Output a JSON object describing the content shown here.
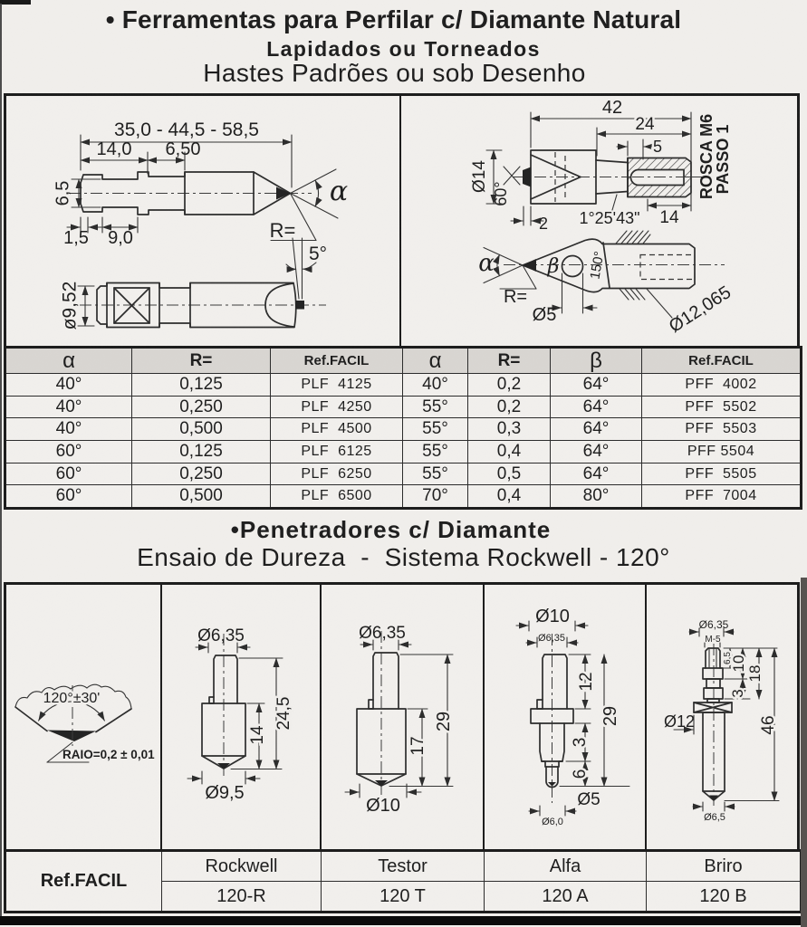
{
  "titles": {
    "main": "• Ferramentas para Perfilar c/ Diamante Natural",
    "sub1": "Lapidados ou Torneados",
    "sub2": "Hastes Padrões ou sob Desenho"
  },
  "section2": {
    "title": "•Penetradores c/ Diamante",
    "subtitle": "Ensaio de Dureza  -  Sistema Rockwell - 120°"
  },
  "colors": {
    "paper": "#f1efec",
    "ink": "#1d1d1d",
    "table_header_bg": "#d9d6d2",
    "scan_bar": "#0b0b0b",
    "scan_edge": "#575350"
  },
  "table1": {
    "headers": [
      "α",
      "R=",
      "Ref.FACIL",
      "α",
      "R=",
      "β",
      "Ref.FACIL"
    ],
    "rows": [
      [
        "40°",
        "0,125",
        "PLF  4125",
        "40°",
        "0,2",
        "64°",
        "PFF  4002"
      ],
      [
        "40°",
        "0,250",
        "PLF  4250",
        "55°",
        "0,2",
        "64°",
        "PFF  5502"
      ],
      [
        "40°",
        "0,500",
        "PLF  4500",
        "55°",
        "0,3",
        "64°",
        "PFF  5503"
      ],
      [
        "60°",
        "0,125",
        "PLF  6125",
        "55°",
        "0,4",
        "64°",
        "PFF 5504"
      ],
      [
        "60°",
        "0,250",
        "PLF  6250",
        "55°",
        "0,5",
        "64°",
        "PFF  5505"
      ],
      [
        "60°",
        "0,500",
        "PLF  6500",
        "70°",
        "0,4",
        "80°",
        "PFF  7004"
      ]
    ]
  },
  "table2": {
    "ref_label": "Ref.FACIL",
    "columns": [
      {
        "name": "Rockwell",
        "code": "120-R"
      },
      {
        "name": "Testor",
        "code": "120 T"
      },
      {
        "name": "Alfa",
        "code": "120 A"
      },
      {
        "name": "Briro",
        "code": "120 B"
      }
    ]
  },
  "drawings": {
    "profiler": {
      "overall": "35,0 - 44,5 - 58,5",
      "len14": "14,0",
      "len650": "6,50",
      "dia65": "6,5",
      "len15": "1,5",
      "len90": "9,0",
      "alpha": "α",
      "radius": "R=",
      "angle5": "5°",
      "dia952": "ø9,52"
    },
    "grinder": {
      "len42": "42",
      "len24": "24",
      "len5": "5",
      "dia14": "Ø14",
      "angle60": "60°",
      "len2": "2",
      "taper": "1°25'43\"",
      "len14": "14",
      "rosca": "ROSCA M6",
      "passo": "PASSO 1",
      "alpha": "α",
      "beta": "β",
      "angle150": "150°",
      "radius": "R=",
      "dia5": "Ø5",
      "dia12065": "Ø12,065"
    },
    "cone": {
      "angle": "120°±30'",
      "raio": "RAIO=0,2 ± 0,01"
    },
    "rockwell": {
      "dia_top": "Ø6,35",
      "len14": "14",
      "len245": "24,5",
      "dia_bot": "Ø9,5"
    },
    "testor": {
      "dia_top": "Ø6,35",
      "len17": "17",
      "len29": "29",
      "dia_bot": "Ø10"
    },
    "alfa": {
      "dia10": "Ø10",
      "dia635": "Ø6,35",
      "len12": "12",
      "len3": "3",
      "len6": "6",
      "len29": "29",
      "dia5": "Ø5",
      "dia60": "Ø6,0"
    },
    "briro": {
      "dia635": "Ø6,35",
      "m5": "M-5",
      "len65": "6,5",
      "len10": "10",
      "len3": "3",
      "len18": "18",
      "dia12": "Ø12",
      "len46": "46",
      "dia65": "Ø6,5"
    }
  }
}
